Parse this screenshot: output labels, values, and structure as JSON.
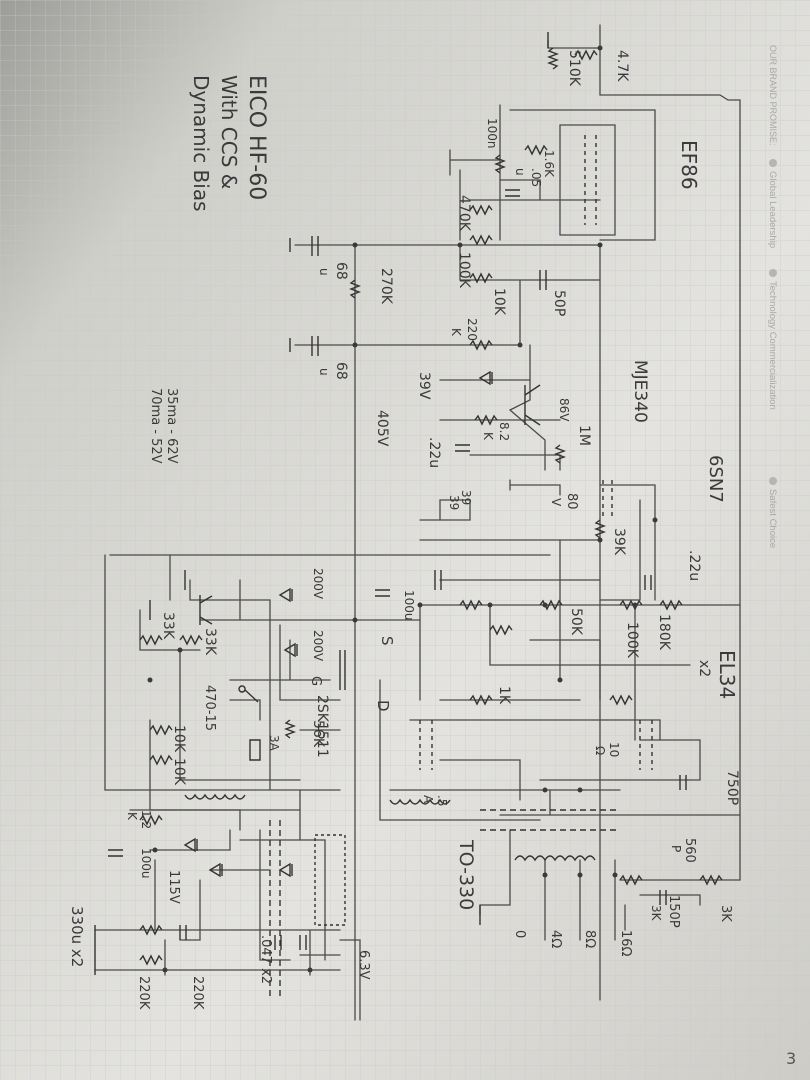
{
  "sheet": {
    "page_number": "3",
    "brand_promise": {
      "prefix": "OUR BRAND PROMISE:",
      "items": [
        "Global Leadership",
        "Technology Commercialization",
        "Safest Choice"
      ]
    }
  },
  "title": {
    "line1": "EICO HF-60",
    "line2": "With CCS &",
    "line3": "Dynamic Bias"
  },
  "bias_note": {
    "line1": "35ma - 62V",
    "line2": "70ma - 52V"
  },
  "tubes": {
    "input": "EF86",
    "driver": "6SN7",
    "output": "EL34",
    "output_qty": "x2",
    "transistor": "MJE340",
    "mosfet": "2SK1511",
    "transformer": "TO-330"
  },
  "labels": {
    "r_4k7": "4.7K",
    "r_510k": "510K",
    "c_100n": "100n",
    "c_05": ".05",
    "c_05_unit": "u",
    "r_1k6": "1.6K",
    "r_470k": "470K",
    "r_100k_a": "100K",
    "c_68_a": "68",
    "c_68_a_unit": "u",
    "r_270k": "270K",
    "r_10k_a": "10K",
    "c_50p": "50P",
    "r_220": "220",
    "r_220_unit": "K",
    "c_68_b": "68",
    "c_68_b_unit": "u",
    "z_39v": "39V",
    "v_86": "86V",
    "r_8k2": "8.2",
    "r_8k2_unit": "K",
    "c_22u_a": ".22u",
    "r_1m": "1M",
    "v_80": "80",
    "v_80_unit": "V",
    "v_405": "405V",
    "r_39_a": "39",
    "r_39_b": "39",
    "r_39k": "39K",
    "c_22u_b": ".22u",
    "c_100u": "100u",
    "v_200a": "200V",
    "v_200b": "200V",
    "r_33k_a": "33K",
    "r_33k_b": "33K",
    "c_470": "470-15",
    "r_50k": "50K",
    "r_100k_b": "100K",
    "r_180k": "180K",
    "pin_s": "S",
    "pin_g": "G",
    "pin_d": "D",
    "r_56k": "56K",
    "r_1k": "1K",
    "r_10": "10",
    "r_10_unit": "Ω",
    "fuse_3a": "3A",
    "r_10k_b": "10K",
    "r_10k_c": "10K",
    "r_1k2": "1.2",
    "r_1k2_unit": "K",
    "c_100u_b": "100u",
    "v_115": "115V",
    "r_5": ".5",
    "r_5_unit": "A",
    "c_750p": "750P",
    "c_560p": "560",
    "c_560p_unit": "P",
    "c_150p": "150P",
    "r_3k_a": "3K",
    "r_3k_b": "3K",
    "tap_16": "16Ω",
    "tap_8": "8Ω",
    "tap_4": "4Ω",
    "tap_0": "0",
    "v_63": "6.3V",
    "c_047": ".047 x2",
    "r_220k_a": "220K",
    "r_220k_b": "220K",
    "c_330": "330u x2"
  }
}
